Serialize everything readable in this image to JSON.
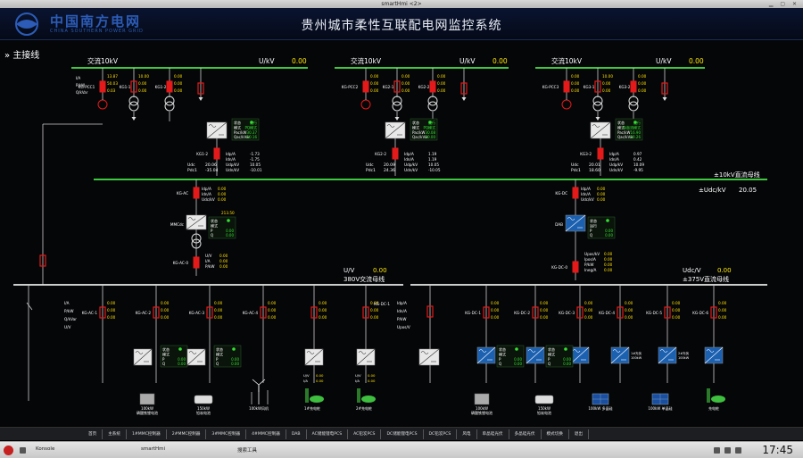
{
  "window": {
    "title": "smartHmi <2>"
  },
  "header": {
    "logo_cn": "中国南方电网",
    "logo_en": "CHINA SOUTHERN POWER GRID",
    "title": "贵州城市柔性互联配电网监控系统"
  },
  "section_title": "主接线",
  "ac_buses": [
    {
      "name": "交流10kV",
      "u_label": "U/kV",
      "u_value": "0.00"
    },
    {
      "name": "交流10kV",
      "u_label": "U/kV",
      "u_value": "0.00"
    },
    {
      "name": "交流10kV",
      "u_label": "U/kV",
      "u_value": "0.00"
    }
  ],
  "feeders": [
    {
      "pcc": "KG-PCC1",
      "kg1": "KG1-1",
      "kg_b": "KG1-2",
      "vals": [
        "13.87",
        "50.03",
        "0.03"
      ],
      "right_vals": [
        "10.00",
        "0.00",
        "0.00"
      ]
    },
    {
      "pcc": "KG-PCC2",
      "kg1": "KG2-1",
      "kg_b": "KG2-2",
      "vals": [
        "0.00",
        "0.00",
        "0.00"
      ],
      "right_vals": [
        "0.00",
        "0.00",
        "0.00"
      ]
    },
    {
      "pcc": "KG-PCC3",
      "kg1": "KG3-1",
      "kg_b": "KG3-2",
      "vals": [
        "0.00",
        "0.00",
        "0.00"
      ],
      "right_vals": [
        "10.00",
        "0.00",
        "0.00"
      ]
    }
  ],
  "feeder_labels": [
    "I/A",
    "P/kW",
    "Q/kVar"
  ],
  "vsc": [
    {
      "status_rows": [
        [
          "状态",
          "运行"
        ],
        [
          "模式",
          "PQ模式"
        ],
        [
          "Pac/kW",
          "-30.37"
        ],
        [
          "Qac/kVar",
          "-50.16"
        ]
      ],
      "udc": "20.06",
      "pdc": "-35.04",
      "dc_vals": [
        "-1.73",
        "-1.75",
        "10.05",
        "-10.01"
      ]
    },
    {
      "status_rows": [
        [
          "状态",
          "运行"
        ],
        [
          "模式",
          "PQ模式"
        ],
        [
          "Pac/kW",
          "30.08"
        ],
        [
          "Qac/kVar",
          "50.00"
        ]
      ],
      "udc": "20.09",
      "pdc": "24.36",
      "dc_vals": [
        "1.19",
        "1.19",
        "10.05",
        "-10.05"
      ]
    },
    {
      "status_rows": [
        [
          "状态",
          "运行"
        ],
        [
          "模式",
          "恒直流模式"
        ],
        [
          "Pac/kW",
          "16.90"
        ],
        [
          "Qac/kVar",
          "50.26"
        ]
      ],
      "udc": "20.01",
      "pdc": "18.60",
      "dc_vals": [
        "0.97",
        "0.42",
        "10.09",
        "-9.95"
      ]
    }
  ],
  "dc_labels": [
    "Idp/A",
    "Idn/A",
    "Udp/kV",
    "Udn/kV"
  ],
  "udc_label": "Udc",
  "pdc_label": "Pdc1",
  "dc10_bus": {
    "name": "±10kV直流母线",
    "u_label": "±Udc/kV",
    "u_value": "20.05"
  },
  "kg_ac": {
    "name": "KG-AC",
    "vals": [
      "0.00",
      "0.00",
      "0.00"
    ],
    "labels": [
      "Idp/A",
      "Idn/A",
      "Udc/kV"
    ]
  },
  "mmc_ac": {
    "name": "MMCdc",
    "top": "213.50",
    "status_rows": [
      [
        "状态",
        ""
      ],
      [
        "模式",
        ""
      ],
      [
        "P",
        "0.00"
      ],
      [
        "Q",
        "0.00"
      ]
    ]
  },
  "kg_ac0": {
    "name": "KG-AC-0",
    "labels": [
      "U/V",
      "I/A",
      "P/kW"
    ],
    "vals": [
      "0.00",
      "0.00",
      "0.00"
    ]
  },
  "kg_dc": {
    "name": "KG-DC",
    "vals": [
      "0.00",
      "0.00",
      "0.00"
    ],
    "labels": [
      "Idp/A",
      "Idn/A",
      "Udc/kV"
    ]
  },
  "dab": {
    "name": "DAB",
    "status_rows": [
      [
        "状态",
        ""
      ],
      [
        "运行",
        ""
      ],
      [
        "P",
        "0.00"
      ],
      [
        "Q",
        "0.00"
      ]
    ]
  },
  "kg_dc0": {
    "name": "KG-DC-0",
    "labels": [
      "Upos/kV",
      "Ipos/A",
      "P/kW",
      "Ineg/A"
    ],
    "vals": [
      "0.00",
      "0.00",
      "0.00",
      "0.00"
    ]
  },
  "lv_ac_bus": {
    "name": "380V交流母线",
    "u_label": "U/V",
    "u_value": "0.00"
  },
  "lv_dc_bus": {
    "name": "±375V直流母线",
    "u_label": "Udc/V",
    "u_value": "0.00"
  },
  "ac_left_labels": [
    "I/A",
    "P/kW",
    "Q/kVar",
    "U/V"
  ],
  "ac_branches": [
    {
      "name": "KG-AC-1",
      "vals": [
        "0.00",
        "0.00",
        "0.00"
      ]
    },
    {
      "name": "KG-AC-2",
      "vals": [
        "0.00",
        "0.00",
        "0.00"
      ]
    },
    {
      "name": "KG-AC-3",
      "vals": [
        "0.00",
        "0.00",
        "0.00"
      ]
    },
    {
      "name": "KG-AC-4",
      "vals": [
        "0.00",
        "0.00",
        "0.00"
      ]
    },
    {
      "name": "",
      "vals": [
        "0.00",
        "0.00",
        "0.00"
      ]
    },
    {
      "name": "",
      "vals": [
        "0.00",
        "0.00",
        "0.00"
      ]
    }
  ],
  "dc_branches": [
    {
      "name": "KG-DC-1",
      "vals": [
        "0.00",
        "0.00",
        "0.00"
      ]
    },
    {
      "name": "KG-DC-2",
      "vals": [
        "0.00",
        "0.00",
        "0.00"
      ]
    },
    {
      "name": "KG-DC-3",
      "vals": [
        "0.00",
        "0.00",
        "0.00"
      ]
    },
    {
      "name": "KG-DC-4",
      "vals": [
        "0.00",
        "0.00",
        "0.00"
      ]
    },
    {
      "name": "KG-DC-5",
      "vals": [
        "0.00",
        "0.00",
        "0.00"
      ]
    },
    {
      "name": "KG-DC-6",
      "vals": [
        "0.00",
        "0.00",
        "0.00"
      ]
    }
  ],
  "dc_mid_labels": [
    "Idp/A",
    "Idn/A",
    "P/kW",
    "Upos/V"
  ],
  "status_box_labels": [
    "状态",
    "模式",
    "P",
    "Q"
  ],
  "small_readout_labels": [
    "U/V",
    "I/A"
  ],
  "loads": [
    {
      "label": "100kW\n磷酸铁锂电池"
    },
    {
      "label": "150kW\n铅炭电池"
    },
    {
      "label": "100kW风机"
    },
    {
      "label": "1#充电桩"
    },
    {
      "label": "2#充电桩"
    },
    {
      "label": "100kW\n磷酸铁锂电池"
    },
    {
      "label": "150kW\n铅炭电池"
    },
    {
      "label": "100kW 多晶硅"
    },
    {
      "label": "100kW 单晶硅"
    },
    {
      "label": "充电桩"
    }
  ],
  "dc_conv_labels": [
    "",
    "",
    "",
    "1#光伏\n100kW",
    "2#光伏\n100kW",
    ""
  ],
  "menu": [
    "首页",
    "主系统",
    "1#MMC控制器",
    "2#MMC控制器",
    "3#MMC控制器",
    "4#MMC控制器",
    "DAB",
    "AC储能锂电PCS",
    "AC铅炭PCS",
    "DC储能锂电PCS",
    "DC铅炭PCS",
    "风电",
    "单晶硅光伏",
    "多晶硅光伏",
    "模式切换",
    "退出"
  ],
  "os": {
    "apps": [
      "Konsole",
      "smartHmi",
      "搜索工具"
    ],
    "clock": "17:45"
  },
  "colors": {
    "ac_bus": "#3fc83f",
    "dc_bus": "#e8e8e8",
    "value": "#ffe000",
    "breaker": "#e41a1a",
    "status_green": "#33e033",
    "bus_value": "#ffe800"
  }
}
